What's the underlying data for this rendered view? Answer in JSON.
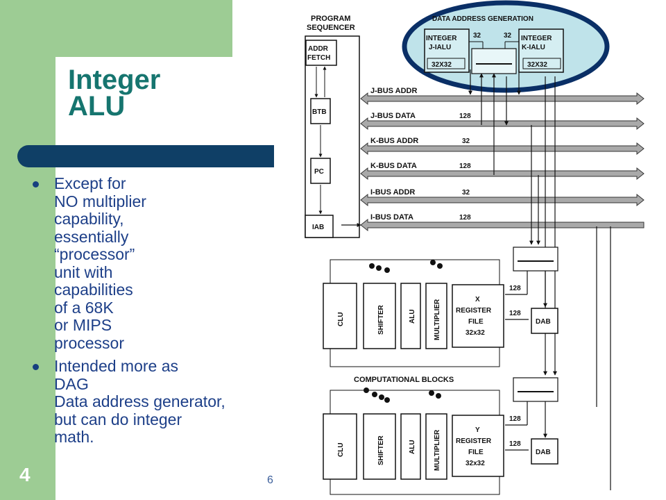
{
  "slide": {
    "title_line1": "Integer",
    "title_line2": "ALU",
    "bullets": [
      "Except for\nNO multiplier\ncapability,\nessentially\n“processor”\nunit with\ncapabilities\nof a 68K\nor MIPS\nprocessor",
      "Intended more as\nDAG\nData address generator,\nbut can do integer\nmath."
    ],
    "slide_number": "4",
    "footer_number": "6"
  },
  "diagram": {
    "program_sequencer": "PROGRAM",
    "program_sequencer2": "SEQUENCER",
    "addr_fetch1": "ADDR",
    "addr_fetch2": "FETCH",
    "btb": "BTB",
    "pc": "PC",
    "iab": "IAB",
    "dag_title": "DATA ADDRESS GENERATION",
    "j_ialu1": "INTEGER",
    "j_ialu2": "J-IALU",
    "k_ialu1": "INTEGER",
    "k_ialu2": "K-IALU",
    "j_size": "32X32",
    "k_size": "32X32",
    "width_32a": "32",
    "width_32b": "32",
    "buses": [
      "J-BUS ADDR",
      "J-BUS DATA",
      "K-BUS ADDR",
      "K-BUS DATA",
      "I-BUS ADDR",
      "I-BUS DATA"
    ],
    "bus_widths": [
      "128",
      "32",
      "128",
      "32",
      "128"
    ],
    "comp_blocks": "COMPUTATIONAL BLOCKS",
    "clu": "CLU",
    "shifter": "SHIFTER",
    "alu": "ALU",
    "multiplier": "MULTIPLIER",
    "x_reg1": "X",
    "x_reg2": "REGISTER",
    "x_reg3": "FILE",
    "x_reg4": "32x32",
    "y_reg1": "Y",
    "y_reg2": "REGISTER",
    "y_reg3": "FILE",
    "y_reg4": "32x32",
    "dab": "DAB",
    "w128": "128"
  },
  "colors": {
    "green": "#9dcc94",
    "title": "#16756f",
    "bar": "#0f3f66",
    "text": "#1d3f88",
    "ellipse": "#0a2f66",
    "dag_fill": "#bfe3ea"
  }
}
